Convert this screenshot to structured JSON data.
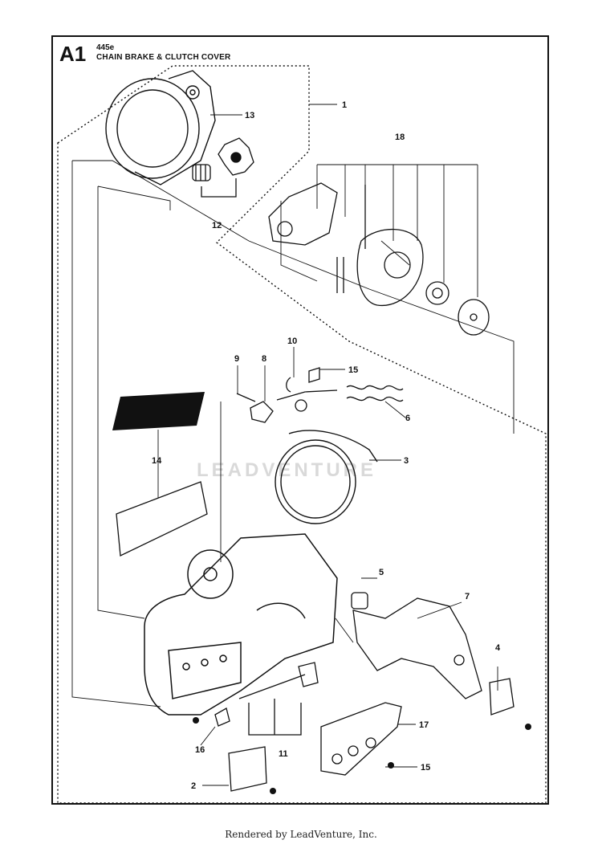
{
  "header": {
    "page_code": "A1",
    "model": "445e",
    "title": "CHAIN BRAKE & CLUTCH COVER"
  },
  "watermark": "LEADVENTURE",
  "footer": "Rendered by LeadVenture, Inc.",
  "callouts": [
    "1",
    "2",
    "3",
    "4",
    "5",
    "6",
    "7",
    "8",
    "9",
    "10",
    "11",
    "12",
    "13",
    "14",
    "15",
    "15",
    "16",
    "17",
    "18"
  ],
  "colors": {
    "line": "#111111",
    "label_fill": "#111111"
  }
}
